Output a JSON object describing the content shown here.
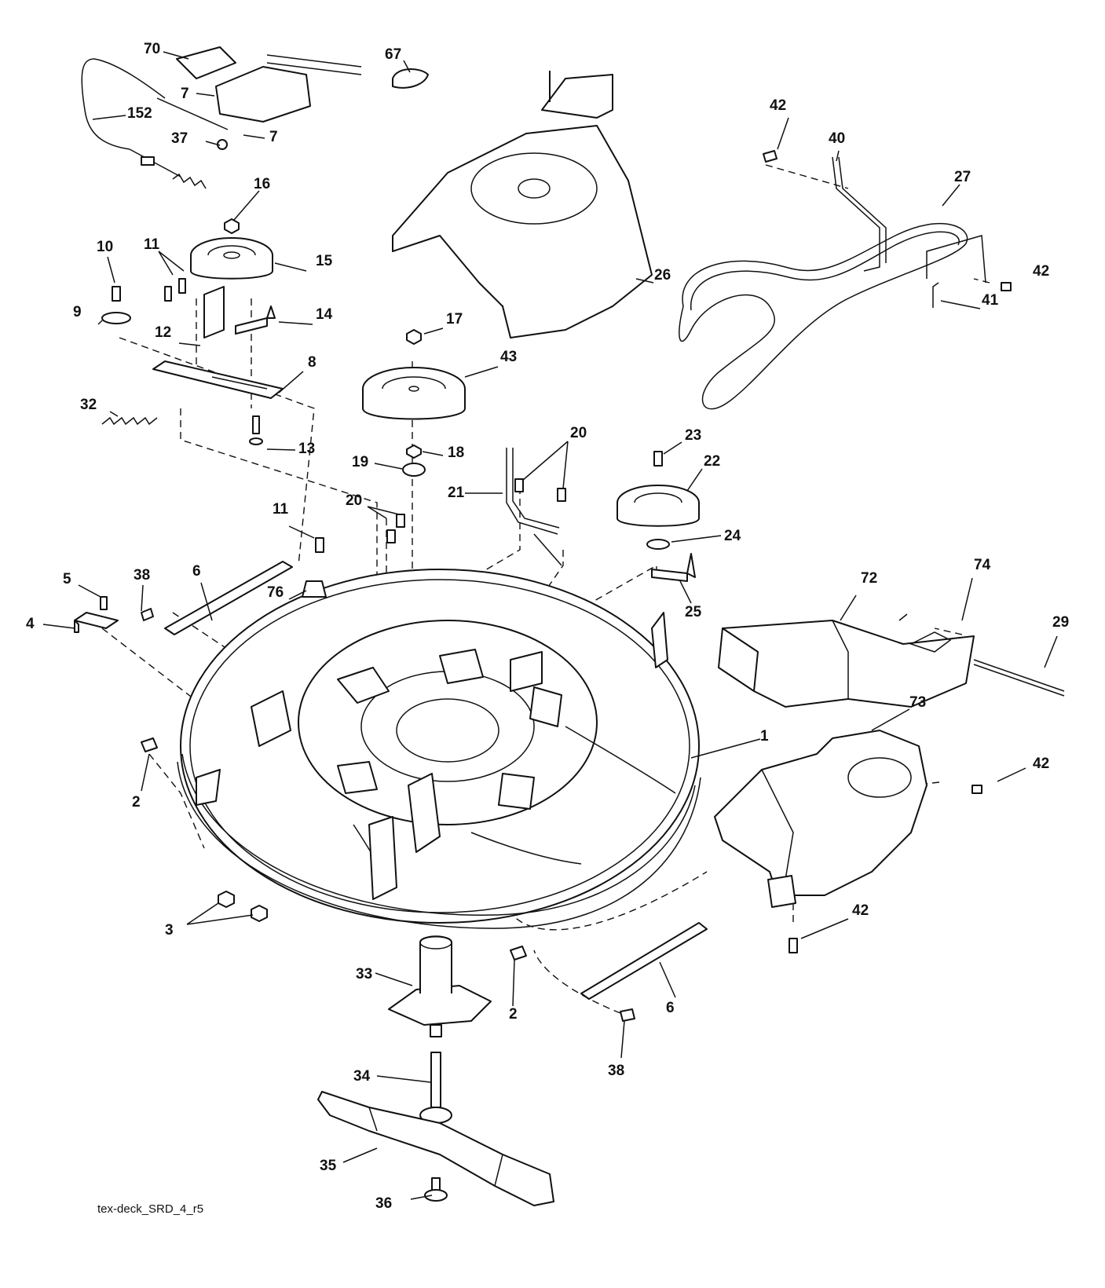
{
  "diagram": {
    "footer": "tex-deck_SRD_4_r5",
    "callouts": [
      "70",
      "67",
      "7",
      "152",
      "37",
      "42",
      "40",
      "27",
      "16",
      "10",
      "11",
      "15",
      "26",
      "41",
      "9",
      "12",
      "14",
      "17",
      "43",
      "8",
      "32",
      "13",
      "18",
      "19",
      "23",
      "20",
      "21",
      "22",
      "24",
      "25",
      "74",
      "72",
      "29",
      "76",
      "5",
      "38",
      "6",
      "4",
      "73",
      "1",
      "2",
      "3",
      "33",
      "34",
      "35",
      "36"
    ]
  }
}
